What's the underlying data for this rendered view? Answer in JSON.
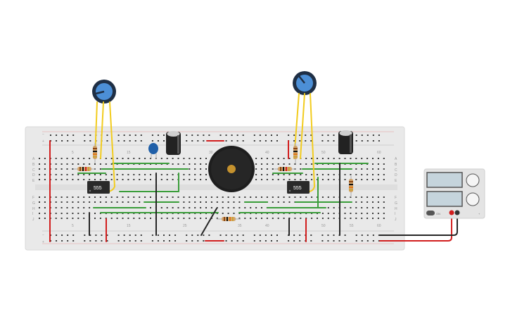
{
  "breadboard": {
    "column_numbers": [
      "5",
      "15",
      "25",
      "30",
      "35",
      "40",
      "50",
      "55",
      "60"
    ],
    "row_letters_top": [
      "A",
      "B",
      "C",
      "D",
      "E"
    ],
    "row_letters_bottom": [
      "F",
      "G",
      "H",
      "I",
      "J"
    ],
    "rail_plus": "+",
    "rail_minus": "−"
  },
  "components": {
    "ic_left_label": "555",
    "ic_right_label": "555"
  },
  "power_supply": {
    "terminal_plus": "+",
    "terminal_minus": "−",
    "toggle_label": "ON"
  },
  "colors": {
    "board": "#e9e9e9",
    "wire_yellow": "#f2cc1e",
    "wire_green": "#3a9d3a",
    "wire_red": "#d21e1e",
    "wire_black": "#262626",
    "pot_knob": "#4c8fd6",
    "capacitor_blue": "#1f5fa8"
  }
}
